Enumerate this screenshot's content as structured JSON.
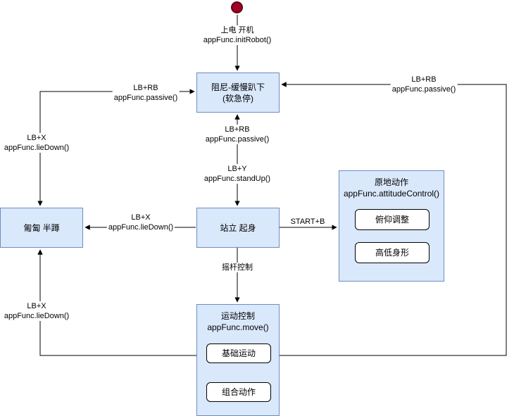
{
  "nodes": {
    "damping": {
      "line1": "阻尼-缓慢趴下",
      "line2": "(软急停)"
    },
    "stand": {
      "label": "站立 起身"
    },
    "crouch": {
      "label": "匍匐 半蹲"
    },
    "attitude": {
      "title": "原地动作",
      "subtitle": "appFunc.attitudeControl()",
      "children": [
        {
          "label": "俯仰调整"
        },
        {
          "label": "高低身形"
        }
      ]
    },
    "move": {
      "title": "运动控制",
      "subtitle": "appFunc.move()",
      "children": [
        {
          "label": "基础运动"
        },
        {
          "label": "组合动作"
        }
      ]
    }
  },
  "edges": {
    "power_on": {
      "line1": "上电 开机",
      "line2": "appFunc.initRobot()"
    },
    "passive_from_crouch": {
      "line1": "LB+RB",
      "line2": "appFunc.passive()"
    },
    "passive_from_move": {
      "line1": "LB+RB",
      "line2": "appFunc.passive()"
    },
    "passive_from_stand": {
      "line1": "LB+RB",
      "line2": "appFunc.passive()"
    },
    "stand_up": {
      "line1": "LB+Y",
      "line2": "appFunc.standUp()"
    },
    "lie_down_upper_left": {
      "line1": "LB+X",
      "line2": "appFunc.lieDown()"
    },
    "lie_down_center": {
      "line1": "LB+X",
      "line2": "appFunc.lieDown()"
    },
    "lie_down_lower_left": {
      "line1": "LB+X",
      "line2": "appFunc.lieDown()"
    },
    "attitude_trigger": {
      "label": "START+B"
    },
    "joystick": {
      "label": "摇杆控制"
    }
  },
  "colors": {
    "node_fill": "#dae8fc",
    "node_border": "#6c8ebf",
    "start_fill": "#a20025",
    "start_border": "#600018",
    "edge": "#000000"
  }
}
